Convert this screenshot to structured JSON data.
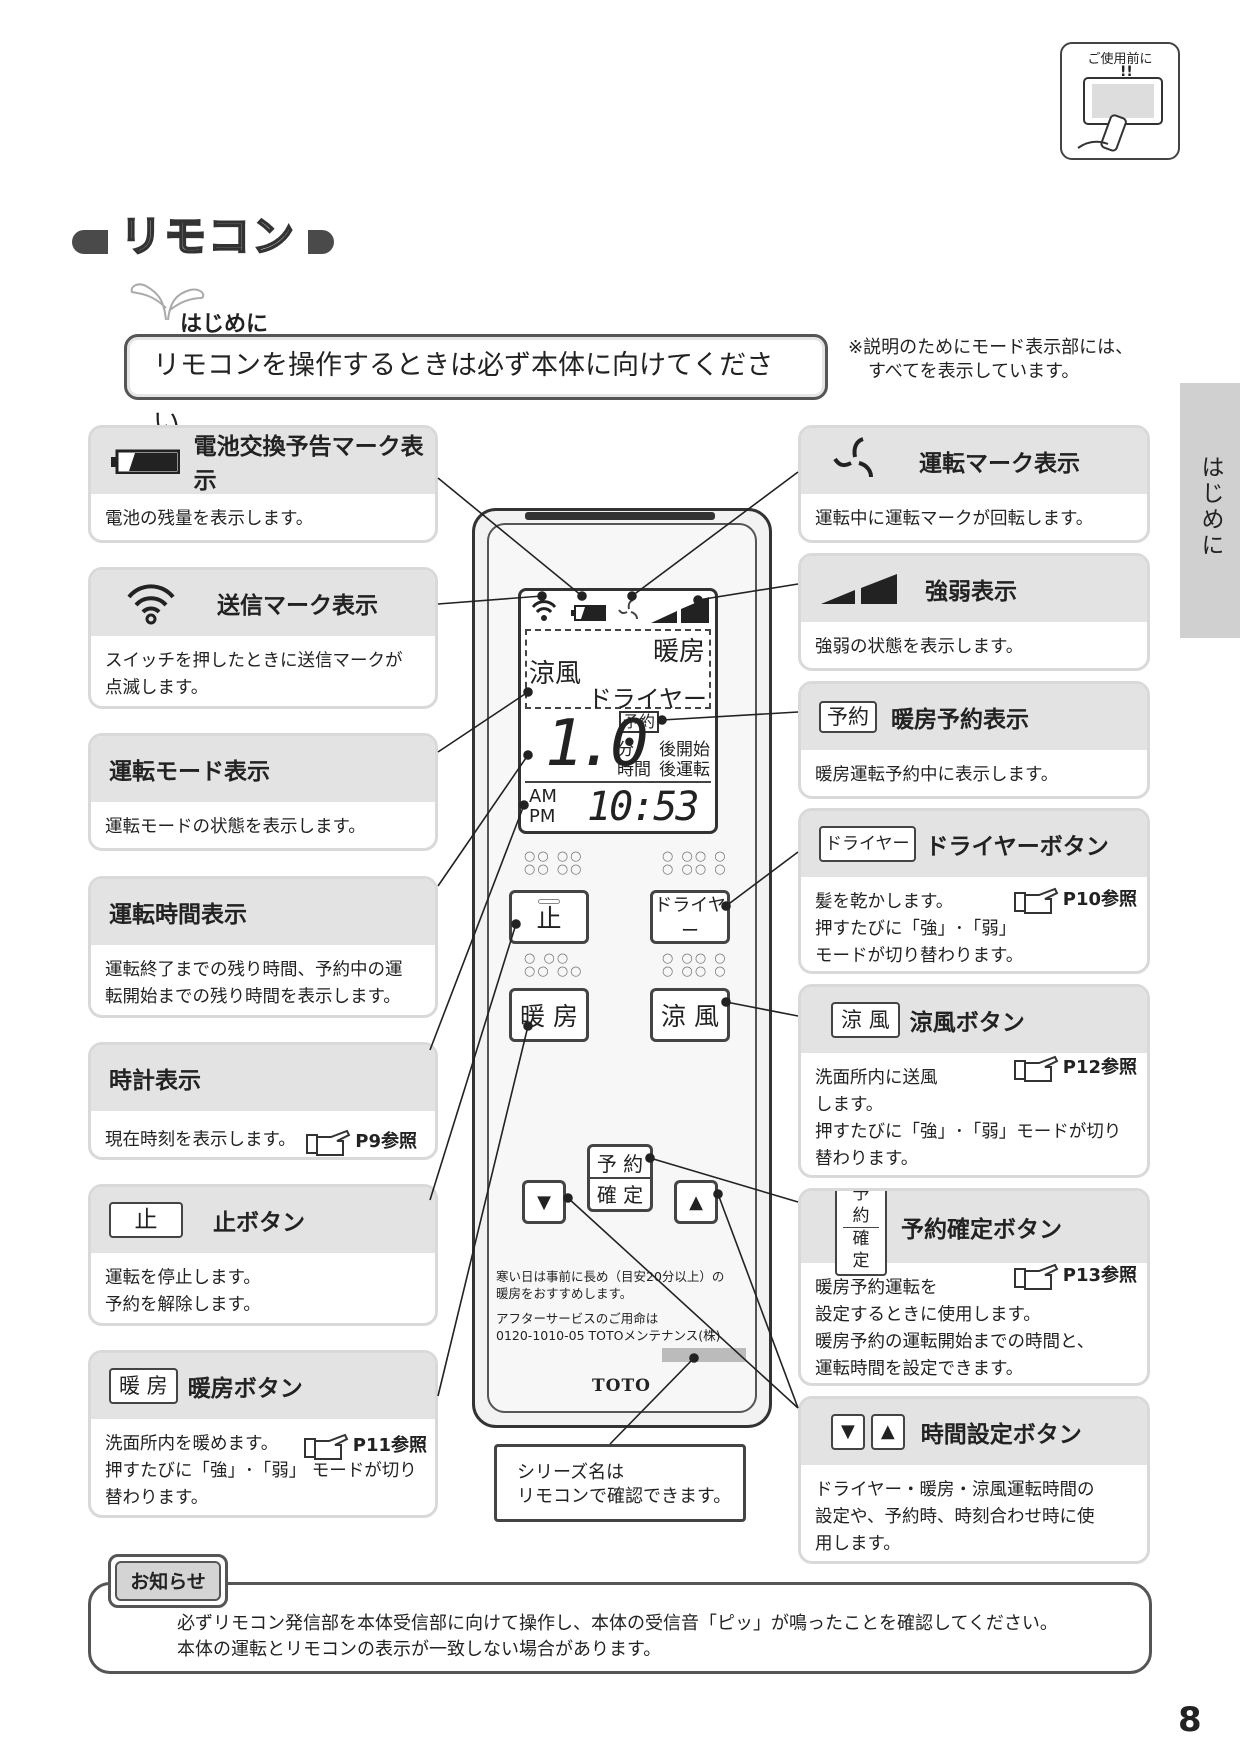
{
  "corner_tab": {
    "label": "ご使用前に"
  },
  "section": {
    "title": "リモコン"
  },
  "side_tab": {
    "label": "はじめに"
  },
  "intro": {
    "label": "はじめに",
    "text": "リモコンを操作するときは必ず本体に向けてください。"
  },
  "note_top": {
    "line1": "※説明のためにモード表示部には、",
    "line2": "すべてを表示しています。"
  },
  "left_cards": [
    {
      "title": "電池交換予告マーク表示",
      "lines": [
        "電池の残量を表示します。"
      ],
      "icon": "battery-icon"
    },
    {
      "title": "送信マーク表示",
      "lines": [
        "スイッチを押したときに送信マークが",
        "点滅します。"
      ],
      "icon": "signal-icon"
    },
    {
      "title": "運転モード表示",
      "lines": [
        "運転モードの状態を表示します。"
      ]
    },
    {
      "title": "運転時間表示",
      "lines": [
        "運転終了までの残り時間、予約中の運",
        "転開始までの残り時間を表示します。"
      ]
    },
    {
      "title": "時計表示",
      "lines": [
        "現在時刻を表示します。"
      ],
      "ref": "P9参照"
    },
    {
      "title": "止ボタン",
      "key": "止",
      "lines": [
        "運転を停止します。",
        "予約を解除します。"
      ]
    },
    {
      "title": "暖房ボタン",
      "key": "暖 房",
      "lines": [
        "洗面所内を暖めます。",
        "押すたびに「強」･「弱」 モードが切り",
        "替わります。"
      ],
      "ref": "P11参照"
    }
  ],
  "right_cards": [
    {
      "title": "運転マーク表示",
      "lines": [
        "運転中に運転マークが回転します。"
      ],
      "icon": "fan-icon"
    },
    {
      "title": "強弱表示",
      "lines": [
        "強弱の状態を表示します。"
      ],
      "icon": "strength-bars-icon"
    },
    {
      "title": "暖房予約表示",
      "key": "予約",
      "lines": [
        "暖房運転予約中に表示します。"
      ]
    },
    {
      "title": "ドライヤーボタン",
      "key": "ドライヤー",
      "lines": [
        "髪を乾かします。",
        "押すたびに「強」･「弱」",
        "モードが切り替わります。"
      ],
      "ref": "P10参照"
    },
    {
      "title": "涼風ボタン",
      "key": "涼 風",
      "lines": [
        "洗面所内に送風",
        "します。",
        "押すたびに「強」･「弱」モードが切り",
        "替わります。"
      ],
      "ref": "P12参照"
    },
    {
      "title": "予約確定ボタン",
      "key": "予約 確定",
      "lines": [
        "暖房予約運転を",
        "設定するときに使用します。",
        "暖房予約の運転開始までの時間と、",
        "運転時間を設定できます。"
      ],
      "ref": "P13参照"
    },
    {
      "title": "時間設定ボタン",
      "key": "▼ ▲",
      "lines": [
        "ドライヤー・暖房・涼風運転時間の",
        "設定や、予約時、時刻合わせ時に使",
        "用します。"
      ]
    }
  ],
  "lcd": {
    "mode_heat": "暖房",
    "mode_cool": "涼風",
    "mode_dryer": "ドライヤー",
    "reserve": "予約",
    "time_value": "1.0",
    "unit_min": "分",
    "unit_hour": "時間",
    "after_start": "後開始",
    "after_run": "後運転",
    "am": "AM",
    "pm": "PM",
    "clock": "10:53"
  },
  "remote": {
    "btn_stop": "止",
    "btn_dryer": "ドライヤー",
    "btn_heat": "暖 房",
    "btn_cool": "涼 風",
    "btn_reserve_top": "予 約",
    "btn_reserve_bottom": "確 定",
    "btn_down": "▼",
    "btn_up": "▲",
    "notice1": "寒い日は事前に長め（目安20分以上）の",
    "notice2": "暖房をおすすめします。",
    "service1": "アフターサービスのご用命は",
    "service2": "0120-1010-05 TOTOメンテナンス(株)",
    "brand": "TOTO"
  },
  "series_note": {
    "line1": "シリーズ名は",
    "line2": "リモコンで確認できます。"
  },
  "info": {
    "tag": "お知らせ",
    "line1": "必ずリモコン発信部を本体受信部に向けて操作し、本体の受信音「ピッ」が鳴ったことを確認してください。",
    "line2": "本体の運転とリモコンの表示が一致しない場合があります。"
  },
  "page_number": "8"
}
